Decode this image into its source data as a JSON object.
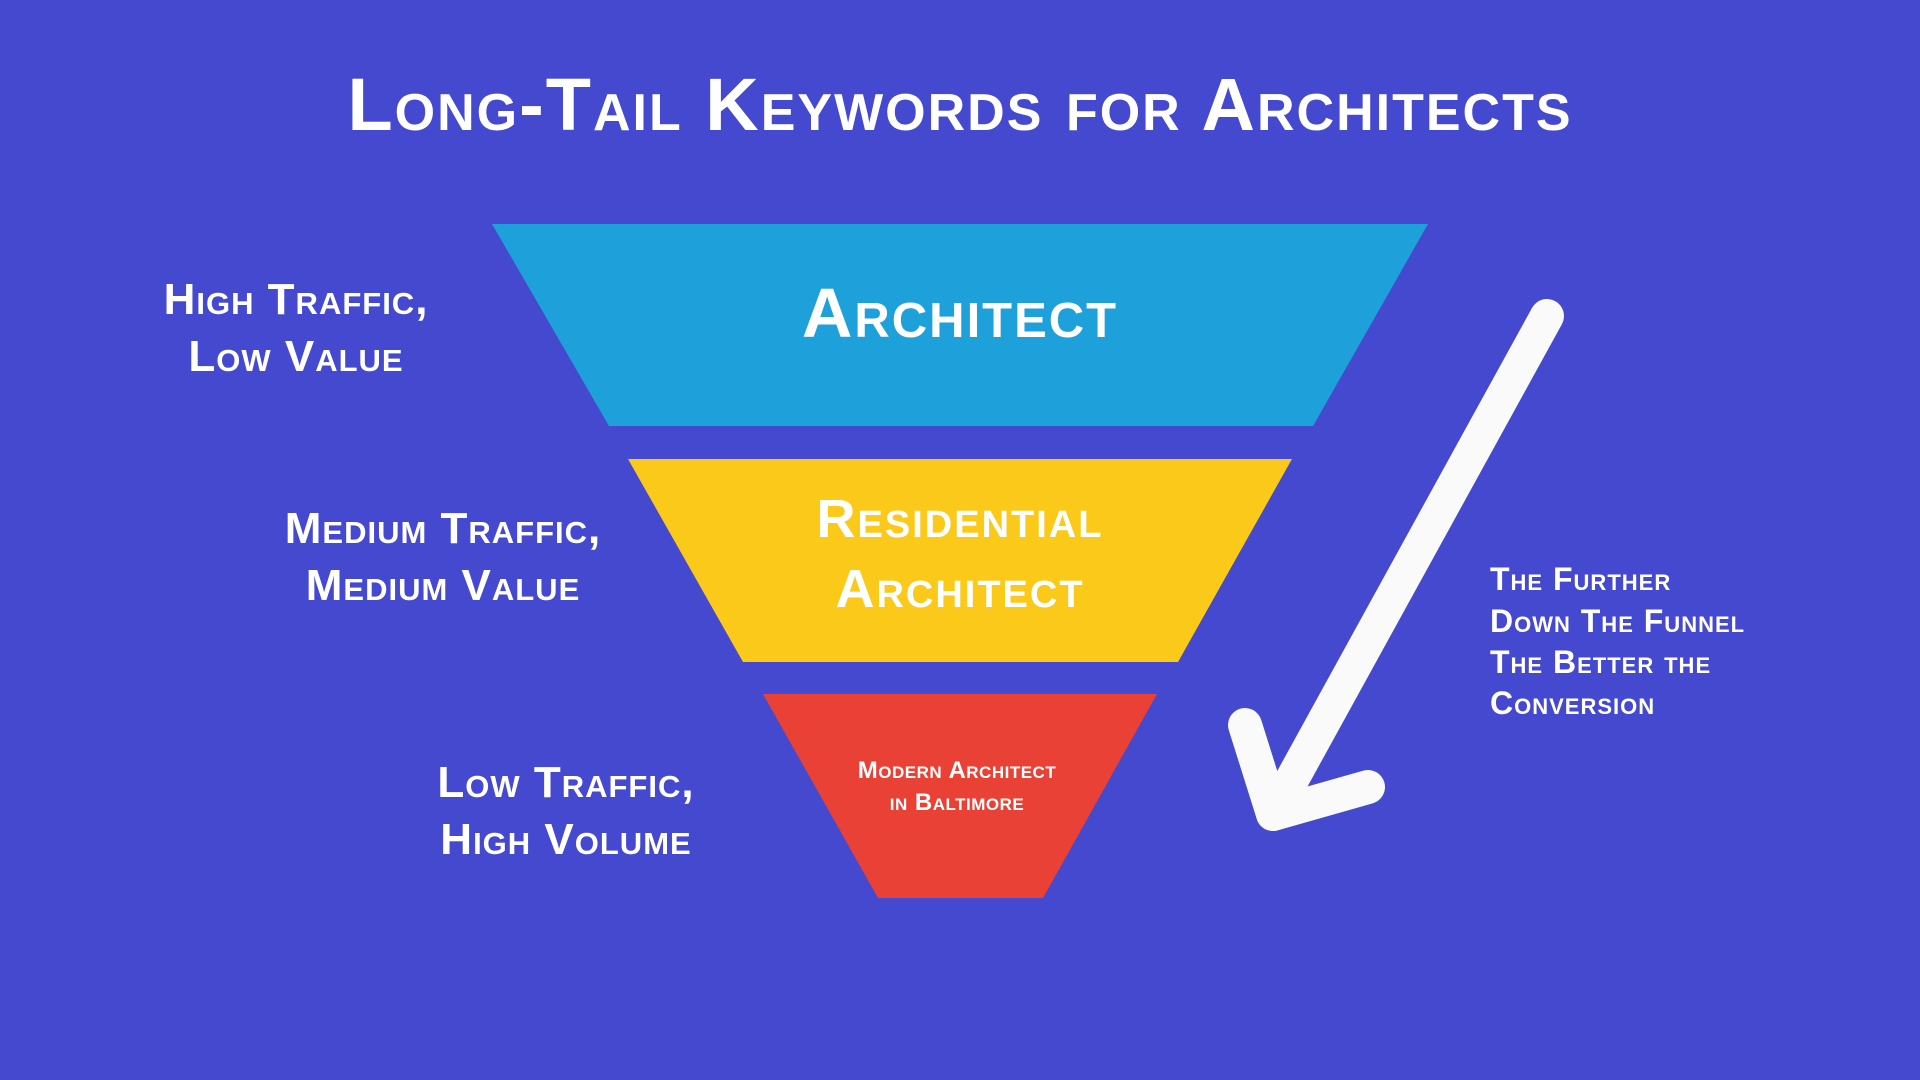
{
  "title": "Long-Tail Keywords for Architects",
  "colors": {
    "background": "#4549cf",
    "tier1": "#1ea1da",
    "tier2": "#fbc91a",
    "tier3": "#e94135",
    "text": "#ffffff"
  },
  "funnel": [
    {
      "lines": [
        "Architect"
      ],
      "label_lines": [
        "High Traffic,",
        "Low Value"
      ]
    },
    {
      "lines": [
        "Residential",
        "Architect"
      ],
      "label_lines": [
        "Medium Traffic,",
        "Medium Value"
      ]
    },
    {
      "lines": [
        "Modern Architect",
        "in Baltimore"
      ],
      "label_lines": [
        "Low Traffic,",
        "High Volume"
      ]
    }
  ],
  "note_lines": [
    "The Further",
    "Down The Funnel",
    "The Better the",
    "Conversion"
  ],
  "arrow_icon": "arrow-down-left-icon"
}
